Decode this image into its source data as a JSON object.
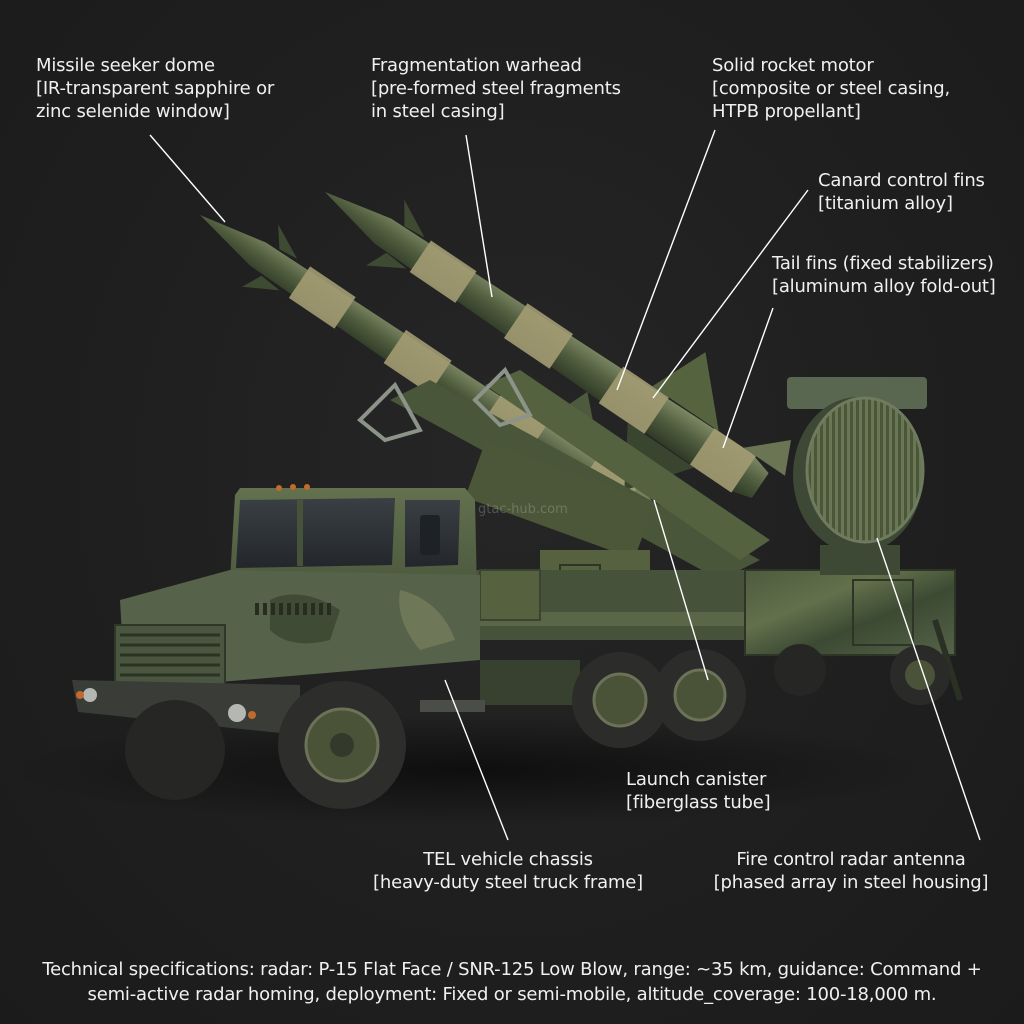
{
  "diagram": {
    "subject": "Mobile surface-to-air missile launcher (TEL truck with twin missiles and towed fire control radar)",
    "background_color": "#1e1e1e",
    "text_color": "#f0f0f0",
    "leader_line_color": "#ffffff",
    "watermark": "gtac-hub.com"
  },
  "labels": [
    {
      "id": "seeker",
      "title": "Missile seeker dome",
      "lines": [
        "[IR-transparent sapphire or",
        "zinc selenide window]"
      ]
    },
    {
      "id": "warhead",
      "title": "Fragmentation warhead",
      "lines": [
        "[pre-formed steel fragments",
        "in steel casing]"
      ]
    },
    {
      "id": "motor",
      "title": "Solid rocket motor",
      "lines": [
        "[composite or steel casing,",
        "HTPB propellant]"
      ]
    },
    {
      "id": "canard",
      "title": "Canard control fins",
      "lines": [
        "[titanium alloy]"
      ]
    },
    {
      "id": "tail",
      "title": "Tail fins (fixed stabilizers)",
      "lines": [
        "[aluminum alloy fold-out]"
      ]
    },
    {
      "id": "canister",
      "title": "Launch canister",
      "lines": [
        "[fiberglass tube]"
      ]
    },
    {
      "id": "chassis",
      "title": "TEL vehicle chassis",
      "lines": [
        "[heavy-duty steel truck frame]"
      ]
    },
    {
      "id": "radar",
      "title": "Fire control radar antenna",
      "lines": [
        "[phased array in steel housing]"
      ]
    }
  ],
  "specs": {
    "line1": "Technical specifications: radar: P-15 Flat Face / SNR-125 Low Blow, range: ~35 km, guidance: Command +",
    "line2": "semi-active radar homing, deployment: Fixed or semi-mobile, altitude_coverage: 100-18,000 m."
  }
}
